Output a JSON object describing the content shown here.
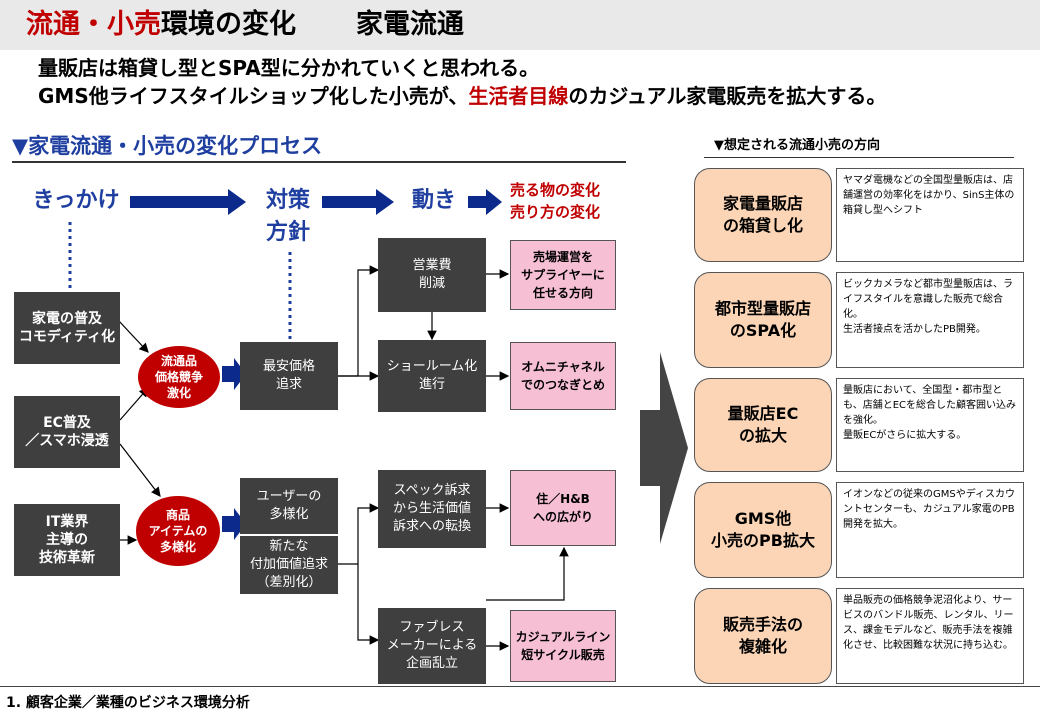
{
  "header": {
    "title_red1": "流通・小売",
    "title_black1": "環境の変化",
    "title_black2": "家電流通"
  },
  "lead": {
    "line1": "量販店は箱貸し型とSPA型に分かれていくと思われる。",
    "line2_a": "GMS他ライフスタイルショップ化した小売が、",
    "line2_red": "生活者目線",
    "line2_b": "のカジュアル家電販売を拡大する。"
  },
  "process": {
    "section_title": "▼家電流通・小売の変化プロセス",
    "stages": {
      "trigger": "きっかけ",
      "policy_1": "対策",
      "policy_2": "方針",
      "movement": "動き",
      "change_1": "売る物の変化",
      "change_2": "売り方の変化"
    },
    "triggers": [
      "家電の普及\nコモディティ化",
      "EC普及\n／スマホ浸透",
      "IT業界\n主導の\n技術革新"
    ],
    "circles": [
      "流通品\n価格競争\n激化",
      "商品\nアイテムの\n多様化"
    ],
    "policies": [
      "最安価格\n追求",
      "ユーザーの\n多様化",
      "新たな\n付加価値追求\n（差別化）"
    ],
    "movements": [
      "営業費\n削減",
      "ショールーム化\n進行",
      "スペック訴求\nから生活価値\n訴求への転換",
      "ファブレス\nメーカーによる\n企画乱立"
    ],
    "results": [
      "売場運営を\nサプライヤーに\n任せる方向",
      "オムニチャネル\nでのつなぎとめ",
      "住／H&B\nへの広がり",
      "カジュアルライン\n短サイクル販売"
    ]
  },
  "direction": {
    "title": "▼想定される流通小売の方向",
    "items": [
      {
        "label": "家電量販店\nの箱貸し化",
        "desc": "ヤマダ電機などの全国型量販店は、店舗運営の効率化をはかり、SinS主体の箱貸し型へシフト"
      },
      {
        "label": "都市型量販店\nのSPA化",
        "desc": "ビックカメラなど都市型量販店は、ライフスタイルを意識した販売で総合化。\n生活者接点を活かしたPB開発。"
      },
      {
        "label": "量販店EC\nの拡大",
        "desc": "量販店において、全国型・都市型とも、店舗とECを総合した顧客囲い込みを強化。\n量販ECがさらに拡大する。"
      },
      {
        "label": "GMS他\n小売のPB拡大",
        "desc": "イオンなどの従来のGMSやディスカウントセンターも、カジュアル家電のPB開発を拡大。"
      },
      {
        "label": "販売手法の\n複雑化",
        "desc": "単品販売の価格競争泥沼化より、サービスのバンドル販売、レンタル、リース、課金モデルなど、販売手法を複雑化させ、比較困難な状況に持ち込む。"
      }
    ]
  },
  "footer": {
    "text": "1. 顧客企業／業種のビジネス環境分析"
  },
  "colors": {
    "accent_red": "#c00000",
    "accent_blue": "#1f3fa0",
    "dark_box": "#3f3f3f",
    "pink_box": "#f7bfd4",
    "peach_box": "#fbd5b5"
  }
}
